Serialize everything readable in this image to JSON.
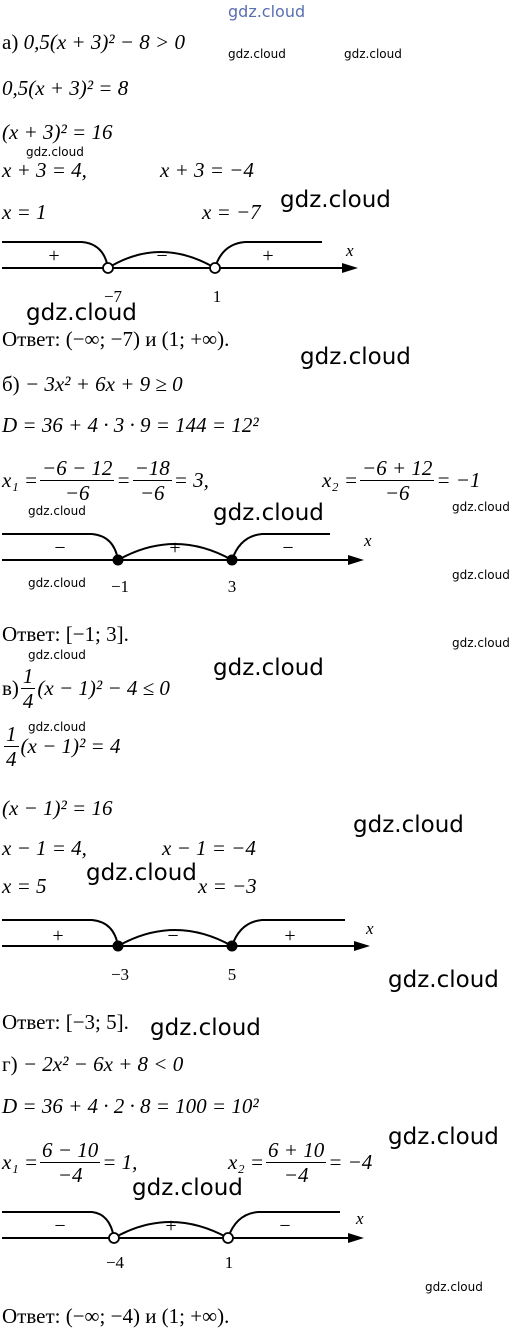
{
  "watermark": "gdz.cloud",
  "part_a": {
    "problem": {
      "label": "а)",
      "expr": "0,5(x + 3)² − 8 > 0"
    },
    "lines": [
      "0,5(x + 3)² = 8",
      "(x + 3)² = 16",
      "x + 3 = 4,",
      "x + 3 = −4",
      "x = 1",
      "x = −7"
    ],
    "axis": {
      "signs": [
        "+",
        "−",
        "+"
      ],
      "points": [
        "−7",
        "1"
      ],
      "var": "x",
      "point_style": "open"
    },
    "answer": "Ответ: (−∞;  −7) и (1;  +∞)."
  },
  "part_b": {
    "problem": {
      "label": "б)",
      "expr": "− 3x² + 6x + 9 ≥ 0"
    },
    "disc": "D = 36 + 4 · 3 · 9 = 144 = 12²",
    "x1": {
      "lhs": "x₁ =",
      "num1": "−6 − 12",
      "den1": "−6",
      "mid": "=",
      "num2": "−18",
      "den2": "−6",
      "res": "= 3,"
    },
    "x2": {
      "lhs": "x₂ =",
      "num": "−6 + 12",
      "den": "−6",
      "res": "= −1"
    },
    "axis": {
      "signs": [
        "−",
        "+",
        "−"
      ],
      "points": [
        "−1",
        "3"
      ],
      "var": "x",
      "point_style": "filled"
    },
    "answer": "Ответ: [−1; 3]."
  },
  "part_c": {
    "problem": {
      "label": "в)",
      "num": "1",
      "den": "4",
      "expr": "(x − 1)² − 4 ≤ 0"
    },
    "eq": {
      "num": "1",
      "den": "4",
      "expr": "(x − 1)² = 4"
    },
    "lines": [
      "(x − 1)² = 16",
      "x − 1 = 4,",
      "x − 1 = −4",
      "x = 5",
      "x = −3"
    ],
    "axis": {
      "signs": [
        "+",
        "−",
        "+"
      ],
      "points": [
        "−3",
        "5"
      ],
      "var": "x",
      "point_style": "filled"
    },
    "answer": "Ответ: [−3; 5]."
  },
  "part_d": {
    "problem": {
      "label": "г)",
      "expr": "− 2x² − 6x + 8 < 0"
    },
    "disc": "D = 36 + 4 · 2 · 8 = 100 = 10²",
    "x1": {
      "lhs": "x₁ =",
      "num": "6 − 10",
      "den": "−4",
      "res": "= 1,"
    },
    "x2": {
      "lhs": "x₂ =",
      "num": "6 + 10",
      "den": "−4",
      "res": "= −4"
    },
    "axis": {
      "signs": [
        "−",
        "+",
        "−"
      ],
      "points": [
        "−4",
        "1"
      ],
      "var": "x",
      "point_style": "open"
    },
    "answer": "Ответ: (−∞;  −4) и (1;  +∞)."
  }
}
